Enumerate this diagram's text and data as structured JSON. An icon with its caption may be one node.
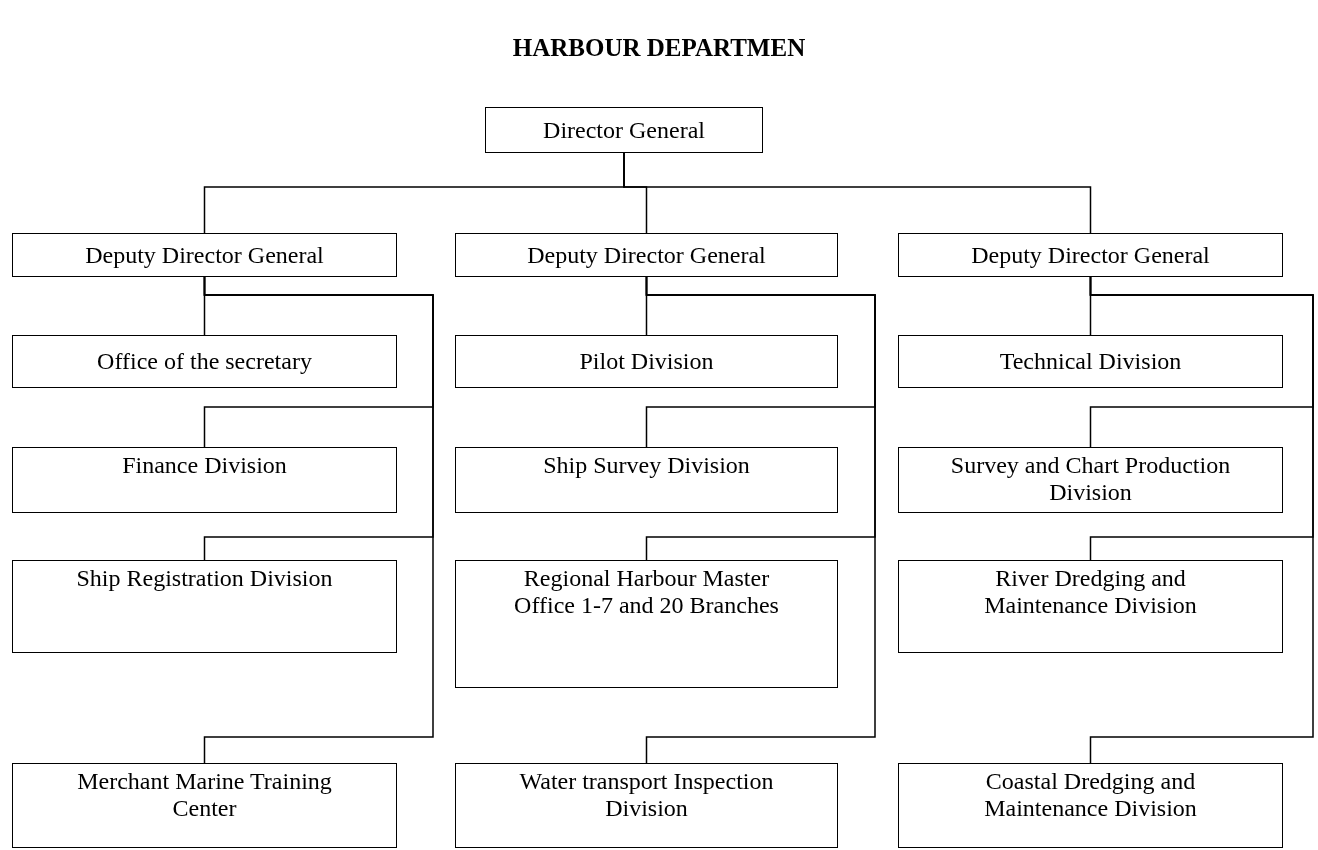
{
  "diagram": {
    "title": "HARBOUR DEPARTMEN",
    "nodes": [
      {
        "text": [
          "Director General"
        ]
      },
      {
        "text": [
          "Deputy Director General"
        ]
      },
      {
        "text": [
          "Deputy Director General"
        ]
      },
      {
        "text": [
          "Deputy Director General"
        ]
      },
      {
        "text": [
          "Office of the secretary"
        ]
      },
      {
        "text": [
          "Finance Division"
        ]
      },
      {
        "text": [
          "Ship Registration Division"
        ]
      },
      {
        "text": [
          "Merchant Marine Training Center"
        ]
      },
      {
        "text": [
          "Pilot Division"
        ]
      },
      {
        "text": [
          "Ship Survey Division"
        ]
      },
      {
        "text": [
          "Regional Harbour Master Office 1-7 and 20 Branches"
        ]
      },
      {
        "text": [
          "Water transport Inspection Division"
        ]
      },
      {
        "text": [
          "Technical Division"
        ]
      },
      {
        "text": [
          "Survey and Chart Production Division"
        ]
      },
      {
        "text": [
          "River Dredging and Maintenance Division"
        ]
      },
      {
        "text": [
          "Coastal Dredging and Maintenance Division"
        ]
      }
    ],
    "edges": [
      {
        "from": 0,
        "to": 1,
        "arrow": "none"
      },
      {
        "from": 0,
        "to": 2,
        "arrow": "none"
      },
      {
        "from": 0,
        "to": 3,
        "arrow": "none"
      },
      {
        "from": 1,
        "to": 4,
        "arrow": "none"
      },
      {
        "from": 1,
        "to": 5,
        "arrow": "none"
      },
      {
        "from": 1,
        "to": 6,
        "arrow": "none"
      },
      {
        "from": 1,
        "to": 7,
        "arrow": "none"
      },
      {
        "from": 2,
        "to": 8,
        "arrow": "none"
      },
      {
        "from": 2,
        "to": 9,
        "arrow": "none"
      },
      {
        "from": 2,
        "to": 10,
        "arrow": "none"
      },
      {
        "from": 2,
        "to": 11,
        "arrow": "none"
      },
      {
        "from": 3,
        "to": 12,
        "arrow": "none"
      },
      {
        "from": 3,
        "to": 13,
        "arrow": "none"
      },
      {
        "from": 3,
        "to": 14,
        "arrow": "none"
      },
      {
        "from": 3,
        "to": 15,
        "arrow": "none"
      }
    ]
  }
}
